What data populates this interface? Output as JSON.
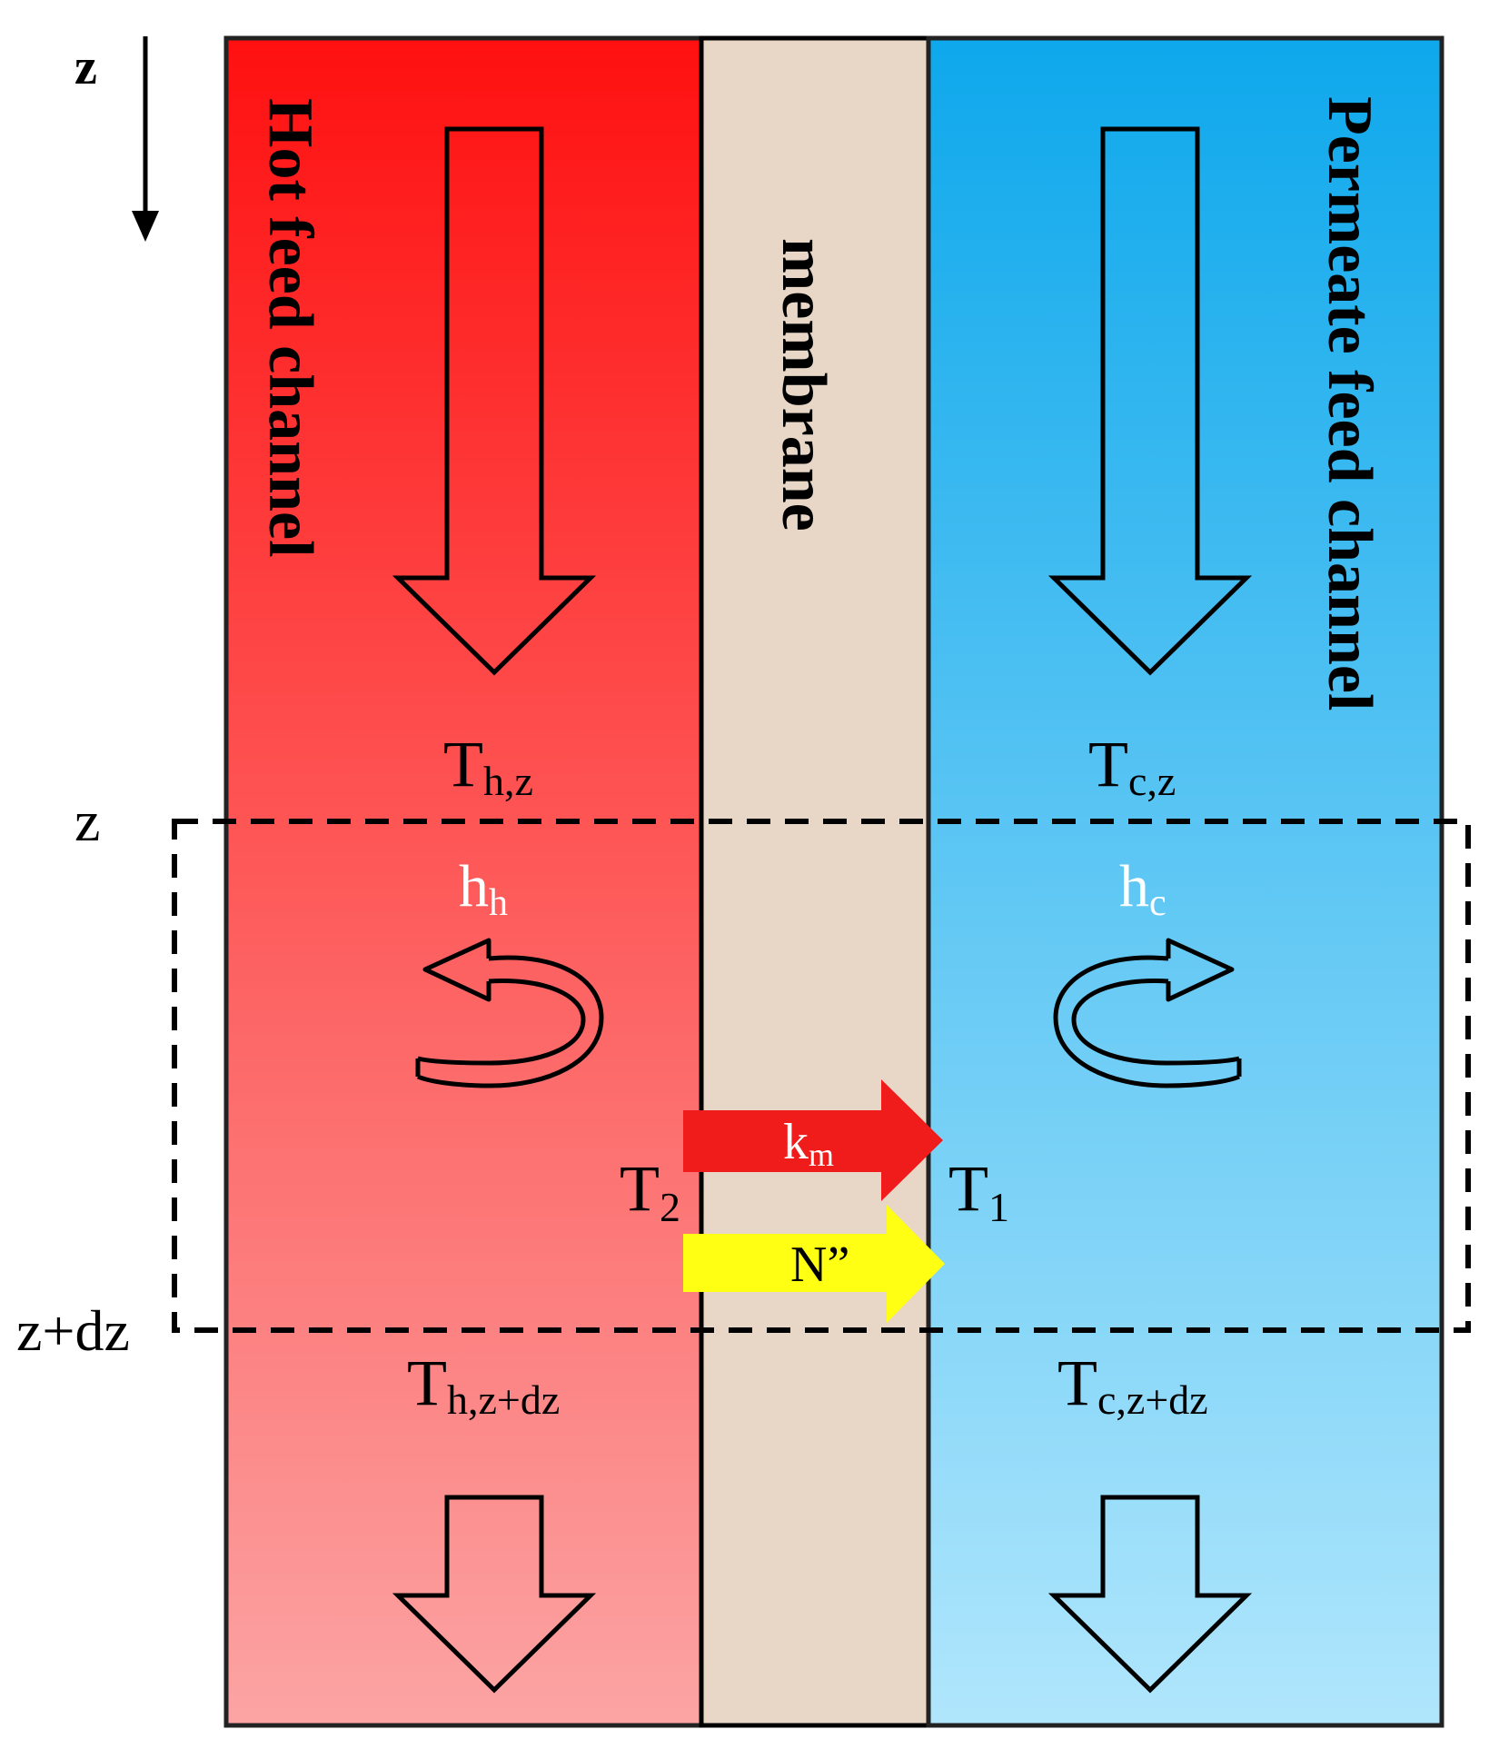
{
  "axis": {
    "label": "z",
    "z_label": "z",
    "z_dz_label": "z+dz"
  },
  "channels": {
    "hot": {
      "label": "Hot feed channel",
      "color_top": "#ff1010",
      "color_bottom": "#fca4a4"
    },
    "membrane": {
      "label": "membrane",
      "color": "#e8d6c6"
    },
    "permeate": {
      "label": "Permeate feed channel",
      "color_top": "#0ea8ec",
      "color_bottom": "#b0e6fc"
    }
  },
  "temperatures": {
    "hot_z": {
      "main": "T",
      "sub": "h,z"
    },
    "cold_z": {
      "main": "T",
      "sub": "c,z"
    },
    "hot_z_dz": {
      "main": "T",
      "sub": "h,z+dz"
    },
    "cold_z_dz": {
      "main": "T",
      "sub": "c,z+dz"
    },
    "t2": {
      "main": "T",
      "sub": "2"
    },
    "t1": {
      "main": "T",
      "sub": "1"
    }
  },
  "coefficients": {
    "hh": {
      "main": "h",
      "sub": "h"
    },
    "hc": {
      "main": "h",
      "sub": "c"
    }
  },
  "fluxes": {
    "km": {
      "main": "k",
      "sub": "m",
      "color": "#f01c1c"
    },
    "n": {
      "label": "N”",
      "color": "#ffff14"
    }
  }
}
